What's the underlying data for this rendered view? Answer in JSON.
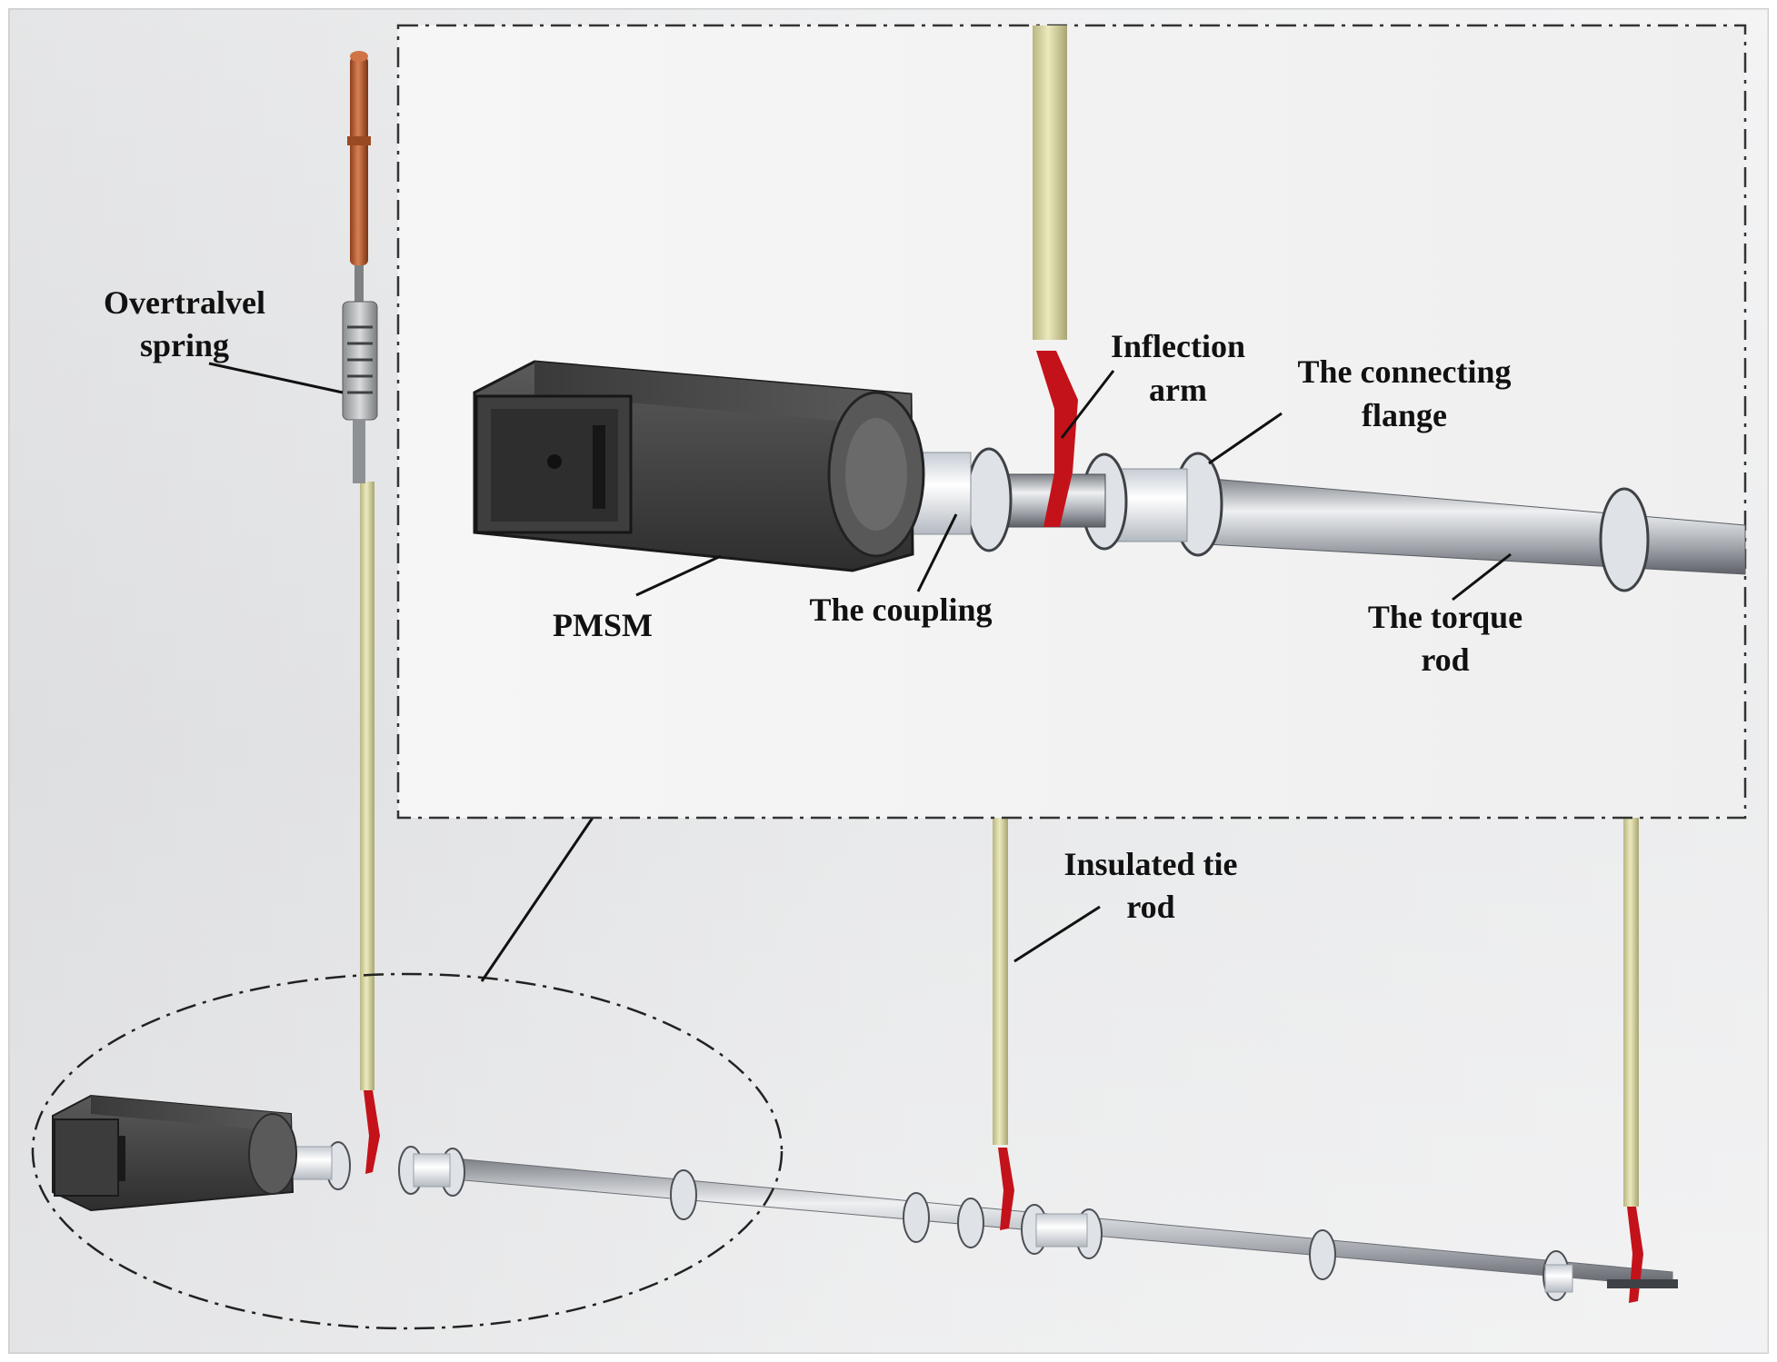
{
  "labels": {
    "overtravel_spring_line1": "Overtralvel",
    "overtravel_spring_line2": "spring",
    "inflection_arm_line1": "Inflection",
    "inflection_arm_line2": "arm",
    "connecting_flange_line1": "The connecting",
    "connecting_flange_line2": "flange",
    "pmsm": "PMSM",
    "coupling": "The coupling",
    "torque_rod_line1": "The torque",
    "torque_rod_line2": "rod",
    "insulated_tie_rod_line1": "Insulated tie",
    "insulated_tie_rod_line2": "rod"
  },
  "colors": {
    "insulated_rod": "#d9d6a2",
    "copper_contact": "#c0683b",
    "inflection_arm": "#c4121a",
    "motor_body": "#4a4a4a",
    "coupling": "#eef2f6",
    "shaft": "#b8bcc2"
  }
}
